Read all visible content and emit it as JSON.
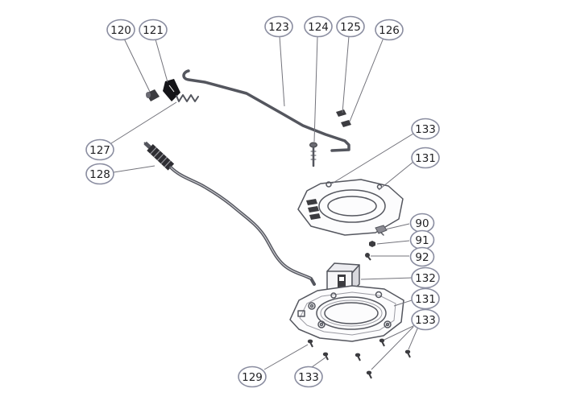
{
  "diagram": {
    "type": "exploded-parts-diagram",
    "colors": {
      "background": "#ffffff",
      "part_outline": "#54565e",
      "dark_part_fill": "#3c3c40",
      "leader_line": "#73737b",
      "callout_border": "#8a8da0",
      "callout_text": "#1f1f22"
    },
    "callouts": [
      {
        "label": "120"
      },
      {
        "label": "121"
      },
      {
        "label": "123"
      },
      {
        "label": "124"
      },
      {
        "label": "125"
      },
      {
        "label": "126"
      },
      {
        "label": "127"
      },
      {
        "label": "128"
      },
      {
        "label": "133"
      },
      {
        "label": "131"
      },
      {
        "label": "90"
      },
      {
        "label": "91"
      },
      {
        "label": "92"
      },
      {
        "label": "132"
      },
      {
        "label": "131"
      },
      {
        "label": "133"
      },
      {
        "label": "129"
      },
      {
        "label": "133"
      }
    ]
  }
}
